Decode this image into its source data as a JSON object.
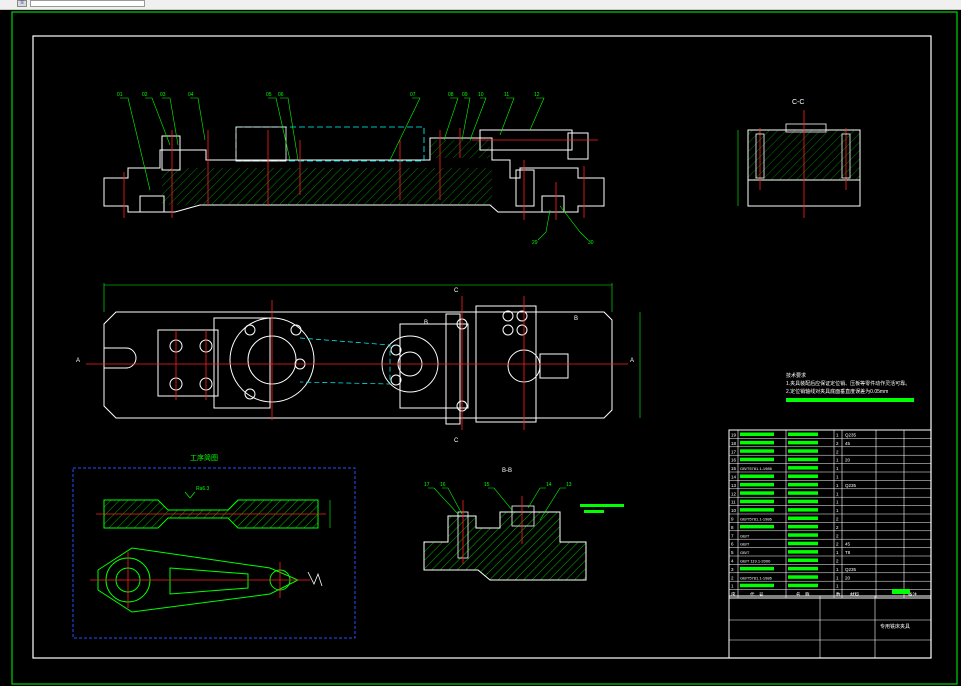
{
  "app": {
    "toolbar_icon": "layer-icon",
    "dropdown_value": ""
  },
  "drawing": {
    "section_cc_label": "C-C",
    "section_bb_label": "B-B",
    "section_aa_marker": "A",
    "section_b_marker": "B",
    "section_c_marker": "C",
    "process_title": "工序简图",
    "roughness": "Ra6.3",
    "tech_req_title": "技术要求",
    "tech_req_line1": "1.夹具装配后应保证定位销、压板等零件动作灵活可靠。",
    "tech_req_line2": "2.定位销轴线对夹具底面垂直度误差为0.05mm",
    "top_view_labels": [
      "01",
      "02",
      "03",
      "04",
      "05",
      "06",
      "07",
      "08",
      "09",
      "10",
      "11",
      "12",
      "29",
      "30"
    ],
    "bb_view_labels": [
      "17",
      "16",
      "15",
      "14",
      "13"
    ],
    "bom_rows": [
      {
        "no": "19",
        "code": "",
        "name": "",
        "qty": "1",
        "mat": "Q235"
      },
      {
        "no": "18",
        "code": "",
        "name": "",
        "qty": "2",
        "mat": "45"
      },
      {
        "no": "17",
        "code": "",
        "name": "",
        "qty": "2",
        "mat": ""
      },
      {
        "no": "16",
        "code": "",
        "name": "",
        "qty": "1",
        "mat": "20"
      },
      {
        "no": "15",
        "code": "GB/T5781.1-1986",
        "name": "",
        "qty": "1",
        "mat": ""
      },
      {
        "no": "14",
        "code": "",
        "name": "",
        "qty": "1",
        "mat": ""
      },
      {
        "no": "13",
        "code": "",
        "name": "",
        "qty": "1",
        "mat": "Q235"
      },
      {
        "no": "12",
        "code": "",
        "name": "",
        "qty": "1",
        "mat": ""
      },
      {
        "no": "11",
        "code": "",
        "name": "",
        "qty": "1",
        "mat": ""
      },
      {
        "no": "10",
        "code": "",
        "name": "",
        "qty": "1",
        "mat": ""
      },
      {
        "no": "9",
        "code": "GB/T5781.1-1986",
        "name": "",
        "qty": "2",
        "mat": ""
      },
      {
        "no": "8",
        "code": "",
        "name": "",
        "qty": "2",
        "mat": ""
      },
      {
        "no": "7",
        "code": "GB/T",
        "name": "",
        "qty": "2",
        "mat": ""
      },
      {
        "no": "6",
        "code": "GB/T",
        "name": "",
        "qty": "2",
        "mat": "45"
      },
      {
        "no": "5",
        "code": "GB/T",
        "name": "",
        "qty": "1",
        "mat": "T8"
      },
      {
        "no": "4",
        "code": "GB/T 119.1-2000",
        "name": "",
        "qty": "2",
        "mat": ""
      },
      {
        "no": "3",
        "code": "",
        "name": "",
        "qty": "1",
        "mat": "Q235"
      },
      {
        "no": "2",
        "code": "GB/T5781.1-1986",
        "name": "",
        "qty": "1",
        "mat": "20"
      },
      {
        "no": "1",
        "code": "",
        "name": "",
        "qty": "1",
        "mat": ""
      }
    ],
    "bom_header": {
      "no": "序",
      "code": "代　号",
      "name": "名　称",
      "qty": "数",
      "mat": "材料",
      "note": "备注"
    },
    "title_block": {
      "drawing_name": "专用铣床夹具"
    }
  }
}
